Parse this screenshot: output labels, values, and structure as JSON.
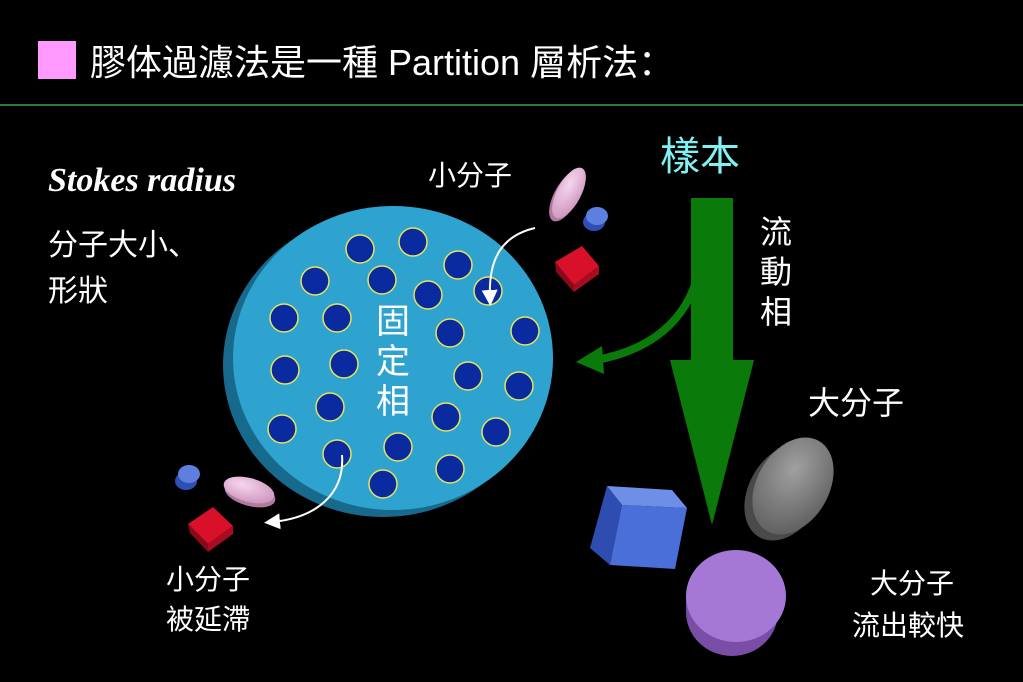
{
  "title": {
    "text": "膠体過濾法是一種 Partition 層析法：",
    "bullet_color": "#ff99ff"
  },
  "left_panel": {
    "stokes": "Stokes radius",
    "size_shape_line1": "分子大小、",
    "size_shape_line2": "形狀"
  },
  "stationary_phase": {
    "chars": [
      "固",
      "定",
      "相"
    ]
  },
  "mobile_phase": {
    "chars": [
      "流",
      "動",
      "相"
    ]
  },
  "labels": {
    "small_molecule_top": "小分子",
    "small_molecule_bottom_line1": "小分子",
    "small_molecule_bottom_line2": "被延滯",
    "sample": "樣本",
    "large_molecule": "大分子",
    "large_fast_line1": "大分子",
    "large_fast_line2": "流出較快"
  },
  "colors": {
    "background": "#000000",
    "disc": "#2fa3cf",
    "bead": "#0a2aa0",
    "bead_ring": "#e8e35a",
    "arrow_green": "#0a7a0a",
    "sample_text": "#7ff3f3",
    "divider": "#2e7d32"
  },
  "icons": [
    "pink-ellipse-icon",
    "blue-cylinder-icon",
    "red-cube-icon",
    "gray-disc-icon",
    "blue-cube-icon",
    "purple-cylinder-icon"
  ]
}
